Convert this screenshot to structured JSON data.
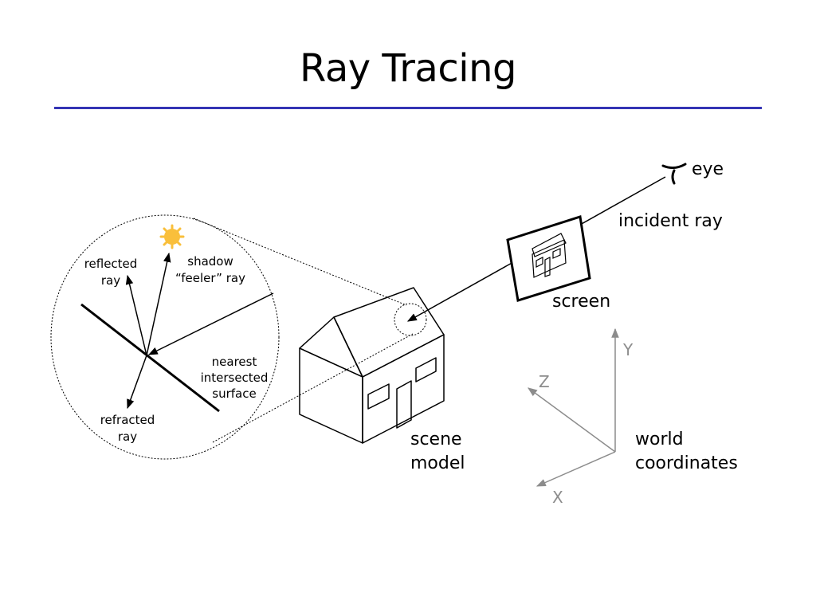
{
  "title": "Ray Tracing",
  "labels": {
    "eye": "eye",
    "incident_ray": "incident ray",
    "screen": "screen",
    "scene_model_line1": "scene",
    "scene_model_line2": "model",
    "world_coords_line1": "world",
    "world_coords_line2": "coordinates",
    "reflected_ray_line1": "reflected",
    "reflected_ray_line2": "ray",
    "shadow_ray_line1": "shadow",
    "shadow_ray_line2": "“feeler” ray",
    "refracted_ray_line1": "refracted",
    "refracted_ray_line2": "ray",
    "surface_line1": "nearest",
    "surface_line2": "intersected",
    "surface_line3": "surface"
  },
  "axes": {
    "y": "Y",
    "z": "Z",
    "x": "X"
  },
  "colors": {
    "title_rule": "#3434b4",
    "axis": "#8c8c8c",
    "light_source": "#f9bf3b"
  }
}
